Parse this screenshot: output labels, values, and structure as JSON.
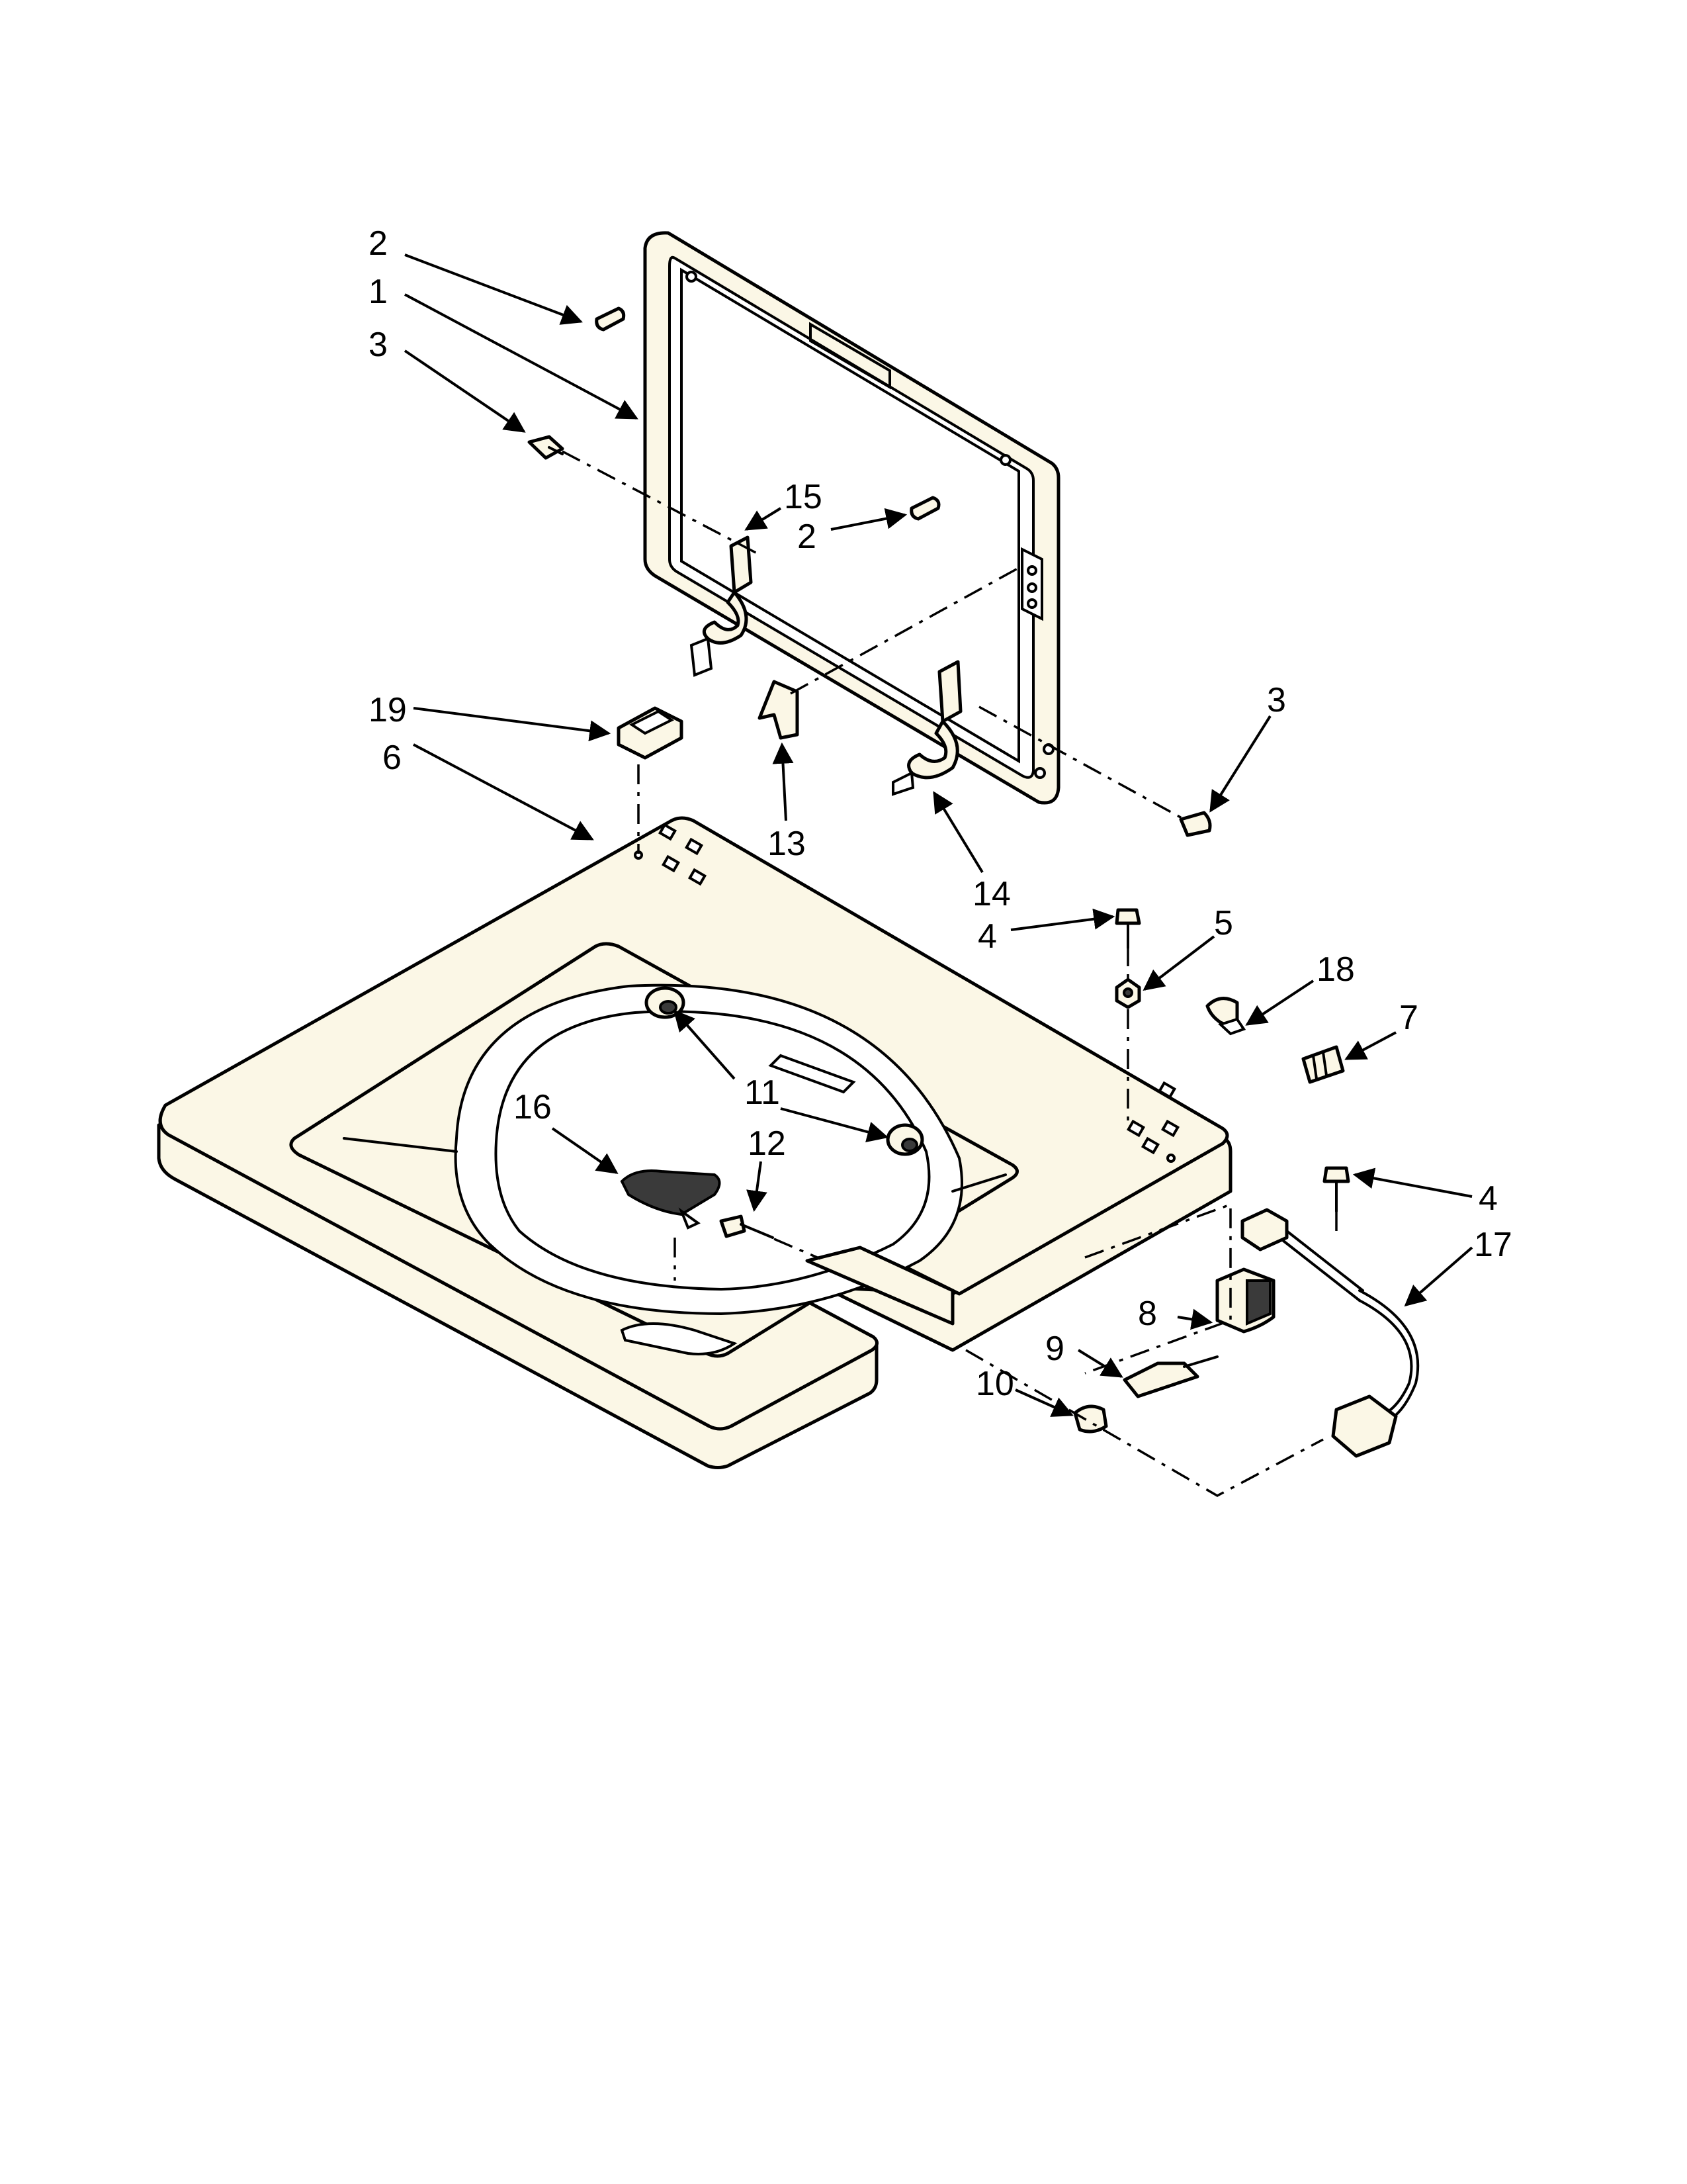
{
  "callouts": [
    {
      "id": "c2a",
      "label": "2"
    },
    {
      "id": "c1",
      "label": "1"
    },
    {
      "id": "c3a",
      "label": "3"
    },
    {
      "id": "c15",
      "label": "15"
    },
    {
      "id": "c2b",
      "label": "2"
    },
    {
      "id": "c19",
      "label": "19"
    },
    {
      "id": "c6",
      "label": "6"
    },
    {
      "id": "c13",
      "label": "13"
    },
    {
      "id": "c14",
      "label": "14"
    },
    {
      "id": "c3b",
      "label": "3"
    },
    {
      "id": "c4a",
      "label": "4"
    },
    {
      "id": "c5",
      "label": "5"
    },
    {
      "id": "c18",
      "label": "18"
    },
    {
      "id": "c7",
      "label": "7"
    },
    {
      "id": "c16",
      "label": "16"
    },
    {
      "id": "c11",
      "label": "11"
    },
    {
      "id": "c12",
      "label": "12"
    },
    {
      "id": "c4b",
      "label": "4"
    },
    {
      "id": "c17",
      "label": "17"
    },
    {
      "id": "c8",
      "label": "8"
    },
    {
      "id": "c9",
      "label": "9"
    },
    {
      "id": "c10",
      "label": "10"
    }
  ]
}
